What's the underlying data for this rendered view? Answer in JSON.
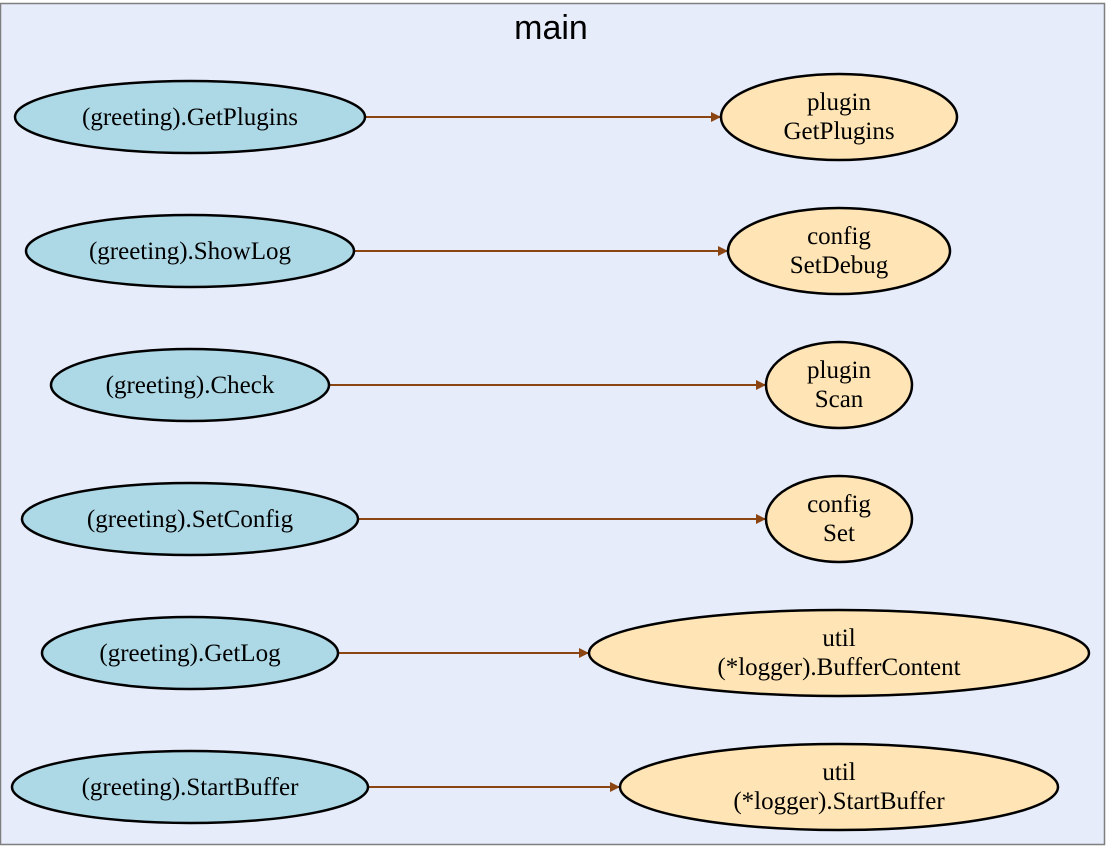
{
  "cluster": {
    "title": "main",
    "fill": "#e6ecfa",
    "border": "#7f7f7f"
  },
  "colors": {
    "caller_fill": "#add8e6",
    "callee_fill": "#ffe4b5",
    "node_stroke": "#000000",
    "edge": "#8b4513"
  },
  "callers": [
    {
      "label": "(greeting).GetPlugins"
    },
    {
      "label": "(greeting).ShowLog"
    },
    {
      "label": "(greeting).Check"
    },
    {
      "label": "(greeting).SetConfig"
    },
    {
      "label": "(greeting).GetLog"
    },
    {
      "label": "(greeting).StartBuffer"
    }
  ],
  "callees": [
    {
      "package": "plugin",
      "name": "GetPlugins"
    },
    {
      "package": "config",
      "name": "SetDebug"
    },
    {
      "package": "plugin",
      "name": "Scan"
    },
    {
      "package": "config",
      "name": "Set"
    },
    {
      "package": "util",
      "name": "(*logger).BufferContent"
    },
    {
      "package": "util",
      "name": "(*logger).StartBuffer"
    }
  ],
  "edges": [
    {
      "from": "(greeting).GetPlugins",
      "to": "plugin GetPlugins"
    },
    {
      "from": "(greeting).ShowLog",
      "to": "config SetDebug"
    },
    {
      "from": "(greeting).Check",
      "to": "plugin Scan"
    },
    {
      "from": "(greeting).SetConfig",
      "to": "config Set"
    },
    {
      "from": "(greeting).GetLog",
      "to": "util (*logger).BufferContent"
    },
    {
      "from": "(greeting).StartBuffer",
      "to": "util (*logger).StartBuffer"
    }
  ]
}
